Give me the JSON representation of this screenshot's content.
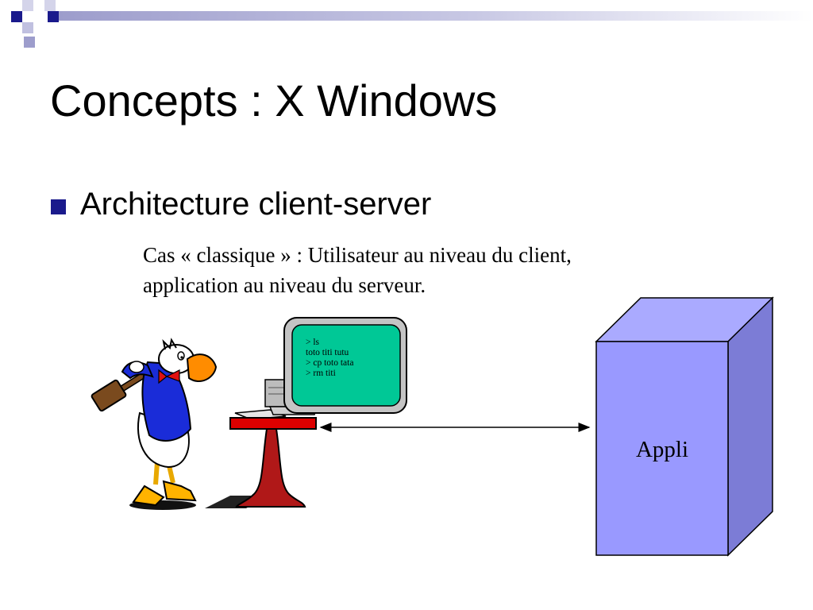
{
  "slide": {
    "title": "Concepts : X Windows",
    "bullet": "Architecture client-server",
    "description_lines": [
      "Cas « classique » : Utilisateur au niveau du client,",
      "application au niveau du serveur."
    ]
  },
  "terminal": {
    "lines": [
      "> ls",
      "toto titi tutu",
      "> cp toto tata",
      "> rm titi"
    ],
    "screen_color": "#00c896"
  },
  "server": {
    "label": "Appli",
    "front_color": "#9999ff",
    "side_color": "#7c7cd6",
    "top_color": "#aaaaff"
  },
  "colors": {
    "bullet": "#1a1a8c",
    "table": "#cc0000",
    "pedestal": "#b01818"
  }
}
